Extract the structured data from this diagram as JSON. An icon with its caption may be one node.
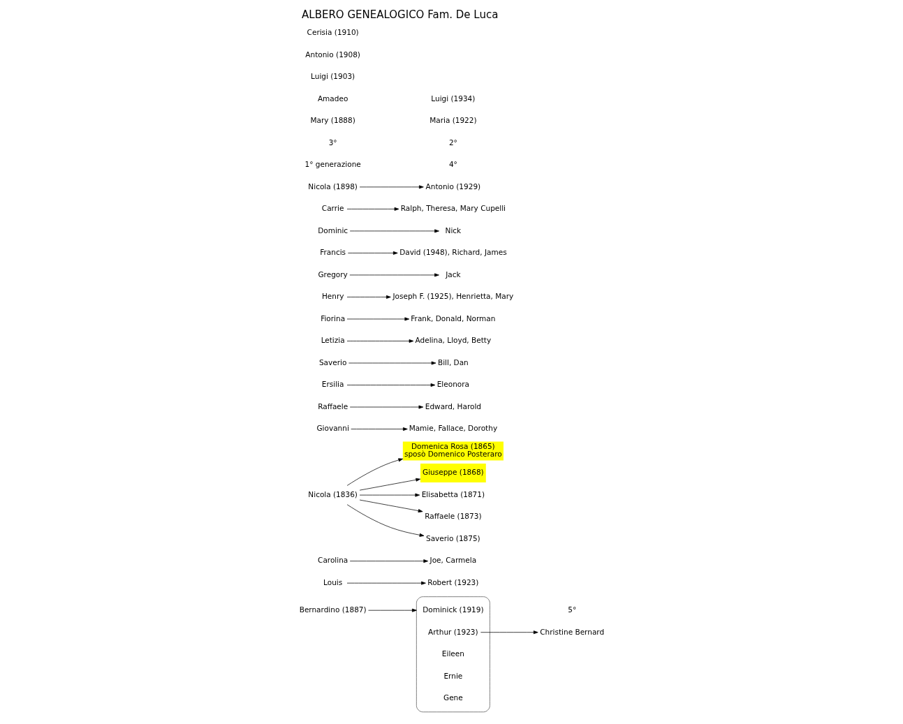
{
  "diagram": {
    "title": "ALBERO GENEALOGICO Fam. De Luca",
    "nodes": [
      {
        "text": [],
        "shape": "brace"
      },
      {
        "text": [
          "Dominick (1919)"
        ],
        "in": 0
      },
      {
        "text": [
          "Arthur (1923)"
        ],
        "in": 0
      },
      {
        "text": [
          "Christine Bernard"
        ]
      },
      {
        "text": [
          "Eileen"
        ],
        "in": 0
      },
      {
        "text": [
          "Ernie"
        ],
        "in": 0
      },
      {
        "text": [
          "Gene"
        ],
        "in": 0
      },
      {
        "text": [
          "Bernardino (1887)"
        ]
      },
      {
        "text": [
          "Louis"
        ]
      },
      {
        "text": [
          "Robert (1923)"
        ]
      },
      {
        "text": [
          "Carolina"
        ]
      },
      {
        "text": [
          "Joe, Carmela"
        ]
      },
      {
        "text": [
          "Domenica Rosa (1865)",
          "sposò Domenico Posteraro"
        ]
      },
      {
        "text": [
          "Giovanni"
        ]
      },
      {
        "text": [
          "Mamie, Fallace, Dorothy"
        ]
      },
      {
        "text": [
          "Raffaele"
        ]
      },
      {
        "text": [
          "Edward, Harold"
        ]
      },
      {
        "text": [
          "Ersilia"
        ]
      },
      {
        "text": [
          "Eleonora"
        ]
      },
      {
        "text": [
          "Saverio"
        ]
      },
      {
        "text": [
          "Bill, Dan"
        ]
      },
      {
        "text": [
          "Letizia"
        ]
      },
      {
        "text": [
          "Adelina, Lloyd, Betty"
        ]
      },
      {
        "text": [
          "Fiorina"
        ]
      },
      {
        "text": [
          "Frank, Donald, Norman"
        ]
      },
      {
        "text": [
          "Henry"
        ]
      },
      {
        "text": [
          "Joseph F. (1925), Henrietta, Mary"
        ]
      },
      {
        "text": [
          "Gregory"
        ]
      },
      {
        "text": [
          "Jack"
        ]
      },
      {
        "text": [
          "Giuseppe (1868)"
        ]
      },
      {
        "text": [
          "Francis"
        ]
      },
      {
        "text": [
          "David (1948), Richard, James"
        ]
      },
      {
        "text": [
          "Dominic"
        ]
      },
      {
        "text": [
          "Nick"
        ]
      },
      {
        "text": [
          "Nicola (1836)"
        ]
      },
      {
        "text": [
          "Elisabetta (1871)"
        ]
      },
      {
        "text": [
          "Carrie"
        ]
      },
      {
        "text": [
          "Ralph, Theresa, Mary Cupelli"
        ]
      },
      {
        "text": [
          "Raffaele (1873)"
        ]
      },
      {
        "text": [
          "Nicola (1898)"
        ]
      },
      {
        "text": [
          "Antonio (1929)"
        ]
      },
      {
        "text": [
          "Saverio (1875)"
        ]
      }
    ],
    "edges": [
      {
        "from": 7,
        "to": 0,
        "arrow": "to"
      },
      {
        "from": 2,
        "to": 3,
        "arrow": "to"
      },
      {
        "from": 8,
        "to": 9,
        "arrow": "to"
      },
      {
        "from": 10,
        "to": 11,
        "arrow": "to"
      },
      {
        "from": 13,
        "to": 14,
        "arrow": "to"
      },
      {
        "from": 15,
        "to": 16,
        "arrow": "to"
      },
      {
        "from": 17,
        "to": 18,
        "arrow": "to"
      },
      {
        "from": 19,
        "to": 20,
        "arrow": "to"
      },
      {
        "from": 21,
        "to": 22,
        "arrow": "to"
      },
      {
        "from": 23,
        "to": 24,
        "arrow": "to"
      },
      {
        "from": 25,
        "to": 26,
        "arrow": "to"
      },
      {
        "from": 27,
        "to": 28,
        "arrow": "to"
      },
      {
        "from": 30,
        "to": 31,
        "arrow": "to"
      },
      {
        "from": 32,
        "to": 33,
        "arrow": "to"
      },
      {
        "from": 36,
        "to": 37,
        "arrow": "to"
      },
      {
        "from": 39,
        "to": 40,
        "arrow": "to"
      },
      {
        "from": 34,
        "to": 12,
        "arrow": "to"
      },
      {
        "from": 34,
        "to": 29,
        "arrow": "to"
      },
      {
        "from": 34,
        "to": 35,
        "arrow": "to"
      },
      {
        "from": 34,
        "to": 38,
        "arrow": "to"
      },
      {
        "from": 34,
        "to": 41,
        "arrow": "to"
      }
    ],
    "labels": [
      "4°",
      "5°",
      "1° generazione",
      "2°",
      "3°",
      "Mary (1888)",
      "Amadeo",
      "Maria (1922)",
      "Luigi (1903)",
      "Luigi (1934)",
      "Antonio (1908)",
      "Cerisia (1910)"
    ]
  }
}
